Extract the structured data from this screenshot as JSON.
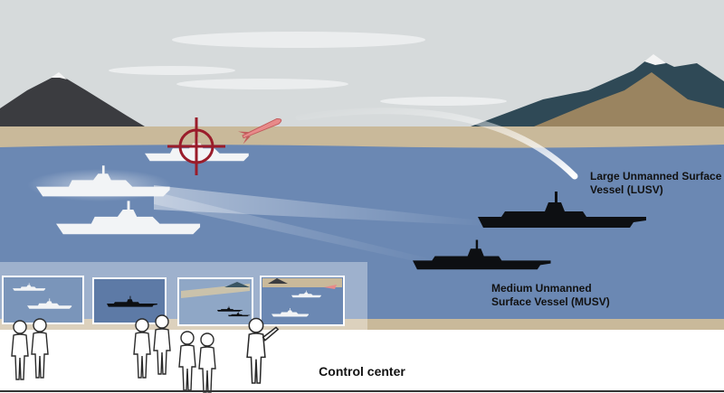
{
  "labels": {
    "lusv_line1": "Large Unmanned Surface",
    "lusv_line2": "Vessel (LUSV)",
    "musv_line1": "Medium Unmanned",
    "musv_line2": "Surface Vessel (MUSV)",
    "control_center": "Control center"
  },
  "colors": {
    "sky": "#d6dadb",
    "sea": "#6b88b3",
    "sand": "#c9b99a",
    "target_reticle": "#9a1c2a",
    "missile": "#e88a8a",
    "usv_hull": "#0d0f12",
    "manned_ship": "#f2f4f6",
    "people": "#ffffff"
  },
  "icons": [
    "mountain-icon",
    "target-reticle-icon",
    "missile-icon",
    "ship-icon",
    "person-icon",
    "monitor-screen-icon"
  ]
}
